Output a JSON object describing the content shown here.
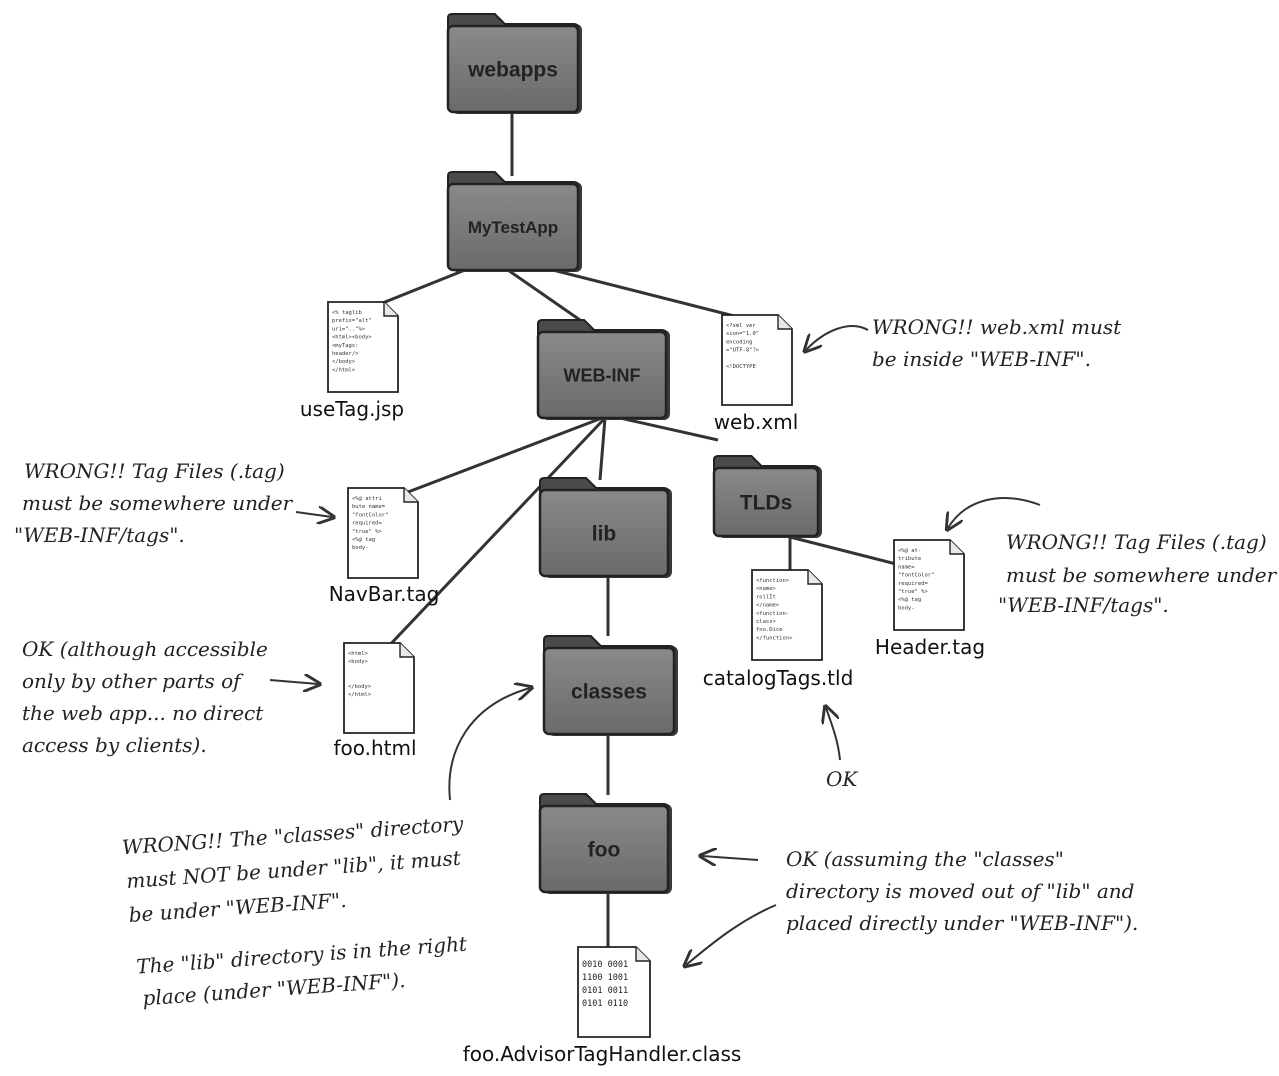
{
  "folders": {
    "webapps": "webapps",
    "mytestapp": "MyTestApp",
    "webinf": "WEB-INF",
    "lib": "lib",
    "tlds": "TLDs",
    "classes": "classes",
    "foo": "foo"
  },
  "files": {
    "usetag": "useTag.jsp",
    "webxml": "web.xml",
    "navbar": "NavBar.tag",
    "foohtml": "foo.html",
    "catalogtags": "catalogTags.tld",
    "header": "Header.tag",
    "handler": "foo.AdvisorTagHandler.class"
  },
  "notes": {
    "webxml_wrong": [
      "WRONG!! web.xml must",
      "be inside \"WEB-INF\"."
    ],
    "navbar_wrong": [
      "WRONG!! Tag Files (.tag)",
      "must be somewhere under",
      "\"WEB-INF/tags\"."
    ],
    "header_wrong": [
      "WRONG!! Tag Files (.tag)",
      "must be somewhere under",
      "\"WEB-INF/tags\"."
    ],
    "foohtml_ok": [
      "OK (although accessible",
      "only by other parts of",
      "the web app... no direct",
      "access by clients)."
    ],
    "tld_ok": "OK",
    "classes_wrong": [
      "WRONG!! The \"classes\" directory",
      "must NOT be under \"lib\", it must",
      "be under \"WEB-INF\"."
    ],
    "lib_ok": [
      "The \"lib\" directory is in the right",
      "place (under \"WEB-INF\")."
    ],
    "foo_ok": [
      "OK (assuming the \"classes\"",
      "directory is moved out of \"lib\" and",
      "placed directly under \"WEB-INF\")."
    ]
  },
  "file_snippets": {
    "usetag": [
      "<% taglib",
      "prefix=\"alt\"",
      "uri=\"..\"%>",
      "<html><body>",
      "<myTags:",
      "header/>",
      "</body>",
      "</html>"
    ],
    "webxml": [
      "<?xml ver",
      "sion=\"1.0\"",
      "encoding",
      "=\"UTF-8\"?>",
      "",
      "<!DOCTYPE"
    ],
    "navbar": [
      "<%@ attri",
      "bute name=",
      "\"fontColor\"",
      "required=",
      "\"true\" %>",
      "<%@ tag",
      "body-"
    ],
    "foohtml": [
      "<html>",
      "<body>",
      "",
      "",
      "</body>",
      "</html>"
    ],
    "catalogtags": [
      "<function>",
      "<name>",
      "rollIt",
      "</name>",
      "<function-",
      "class>",
      "foo.Dice",
      "</function>"
    ],
    "header": [
      "<%@ at-",
      "tribute",
      "name=",
      "\"fontColor\"",
      "required=",
      "\"true\" %>",
      "<%@ tag",
      "body-"
    ],
    "handler": [
      "0010  0001",
      "1100  1001",
      "0101  0011",
      "0101  0110"
    ]
  },
  "colors": {
    "folder_fill": "#7d7d7d",
    "folder_dark": "#4a4a4a",
    "line": "#333333"
  }
}
